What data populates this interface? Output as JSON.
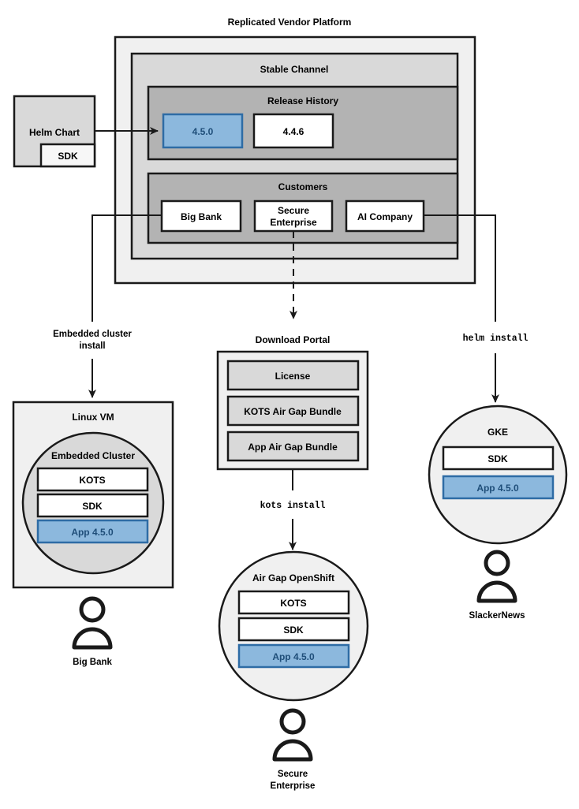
{
  "diagram": {
    "title": "Replicated Vendor Platform",
    "colors": {
      "accent_blue_fill": "#8cb8dd",
      "accent_blue_stroke": "#2e6ca5",
      "accent_blue_text": "#1f4e79",
      "gray_lightest": "#f0f0f0",
      "gray_light": "#d9d9d9",
      "gray_mid": "#b3b3b3",
      "white": "#ffffff",
      "stroke": "#1a1a1a"
    }
  },
  "platform": {
    "label": "Replicated Vendor Platform",
    "channel": {
      "label": "Stable Channel",
      "release_history": {
        "label": "Release History",
        "releases": [
          {
            "version": "4.5.0",
            "highlighted": true
          },
          {
            "version": "4.4.6",
            "highlighted": false
          }
        ]
      },
      "customers": {
        "label": "Customers",
        "items": [
          {
            "name": "Big Bank"
          },
          {
            "name": "Secure\nEnterprise",
            "line1": "Secure",
            "line2": "Enterprise"
          },
          {
            "name": "AI Company"
          }
        ]
      }
    }
  },
  "helm_chart": {
    "label": "Helm Chart",
    "sdk_label": "SDK"
  },
  "edges": {
    "embedded_cluster_install": {
      "line1": "Embedded cluster",
      "line2": "install",
      "mono": false
    },
    "kots_install": {
      "text": "kots install",
      "mono": true
    },
    "helm_install": {
      "text": "helm install",
      "mono": true
    }
  },
  "download_portal": {
    "label": "Download Portal",
    "items": [
      {
        "label": "License"
      },
      {
        "label": "KOTS Air Gap Bundle"
      },
      {
        "label": "App Air Gap Bundle"
      }
    ]
  },
  "targets": [
    {
      "id": "linux-vm",
      "label": "Linux VM",
      "inner_label": "Embedded Cluster",
      "components": [
        {
          "label": "KOTS",
          "highlighted": false
        },
        {
          "label": "SDK",
          "highlighted": false
        },
        {
          "label": "App 4.5.0",
          "highlighted": true
        }
      ],
      "user": "Big Bank"
    },
    {
      "id": "air-gap-openshift",
      "label": "Air Gap OpenShift",
      "components": [
        {
          "label": "KOTS",
          "highlighted": false
        },
        {
          "label": "SDK",
          "highlighted": false
        },
        {
          "label": "App 4.5.0",
          "highlighted": true
        }
      ],
      "user_line1": "Secure",
      "user_line2": "Enterprise"
    },
    {
      "id": "gke",
      "label": "GKE",
      "components": [
        {
          "label": "SDK",
          "highlighted": false
        },
        {
          "label": "App 4.5.0",
          "highlighted": true
        }
      ],
      "user": "SlackerNews"
    }
  ]
}
